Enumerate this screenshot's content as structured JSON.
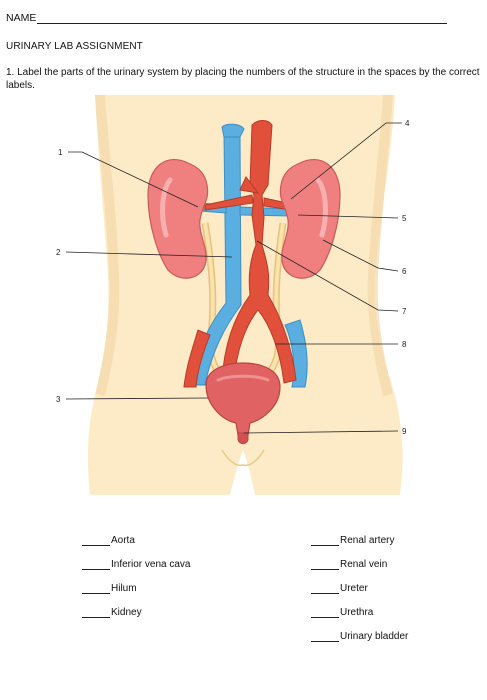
{
  "header": {
    "name_label": "NAME"
  },
  "title": "URINARY LAB ASSIGNMENT",
  "instructions": "1. Label the parts of the urinary system by placing the numbers of the structure in the spaces by the correct labels.",
  "figure": {
    "numbers": [
      "1",
      "2",
      "3",
      "4",
      "5",
      "6",
      "7",
      "8",
      "9"
    ]
  },
  "word_bank": {
    "left": [
      "Aorta",
      "Inferior vena cava",
      "Hilum",
      "Kidney"
    ],
    "right": [
      "Renal artery",
      "Renal vein",
      "Ureter",
      "Urethra",
      "Urinary bladder"
    ]
  },
  "colors": {
    "skin": "#fdebc8",
    "kidney": "#f08080",
    "vein": "#5aaee0",
    "artery": "#e0503a",
    "ureter": "#f6dca0"
  }
}
